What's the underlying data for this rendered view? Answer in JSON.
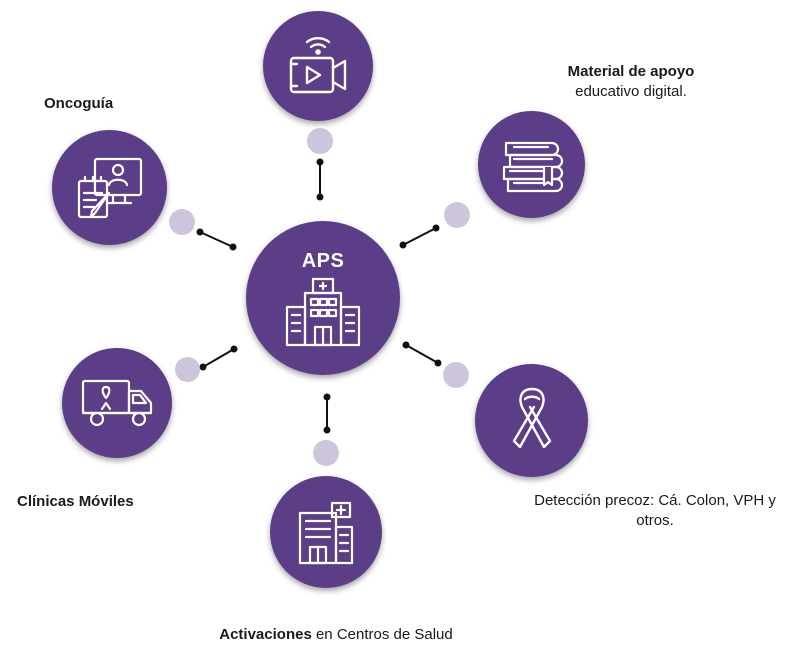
{
  "colors": {
    "purple": "#5c3d87",
    "lilac": "#cdc5db",
    "connector": "#111111"
  },
  "center": {
    "title": "APS",
    "icon": "hospital-icon"
  },
  "nodes": [
    {
      "key": "video",
      "icon": "video-camera-wifi-icon",
      "label_bold": "",
      "label_rest": ""
    },
    {
      "key": "oncoguia",
      "icon": "computer-teacher-icon",
      "label_bold": "Oncoguía",
      "label_rest": ""
    },
    {
      "key": "material",
      "icon": "stacked-books-icon",
      "label_bold": "Material de apoyo",
      "label_rest": "educativo digital."
    },
    {
      "key": "clinicas",
      "icon": "truck-ribbon-icon",
      "label_bold": "Clínicas Móviles",
      "label_rest": ""
    },
    {
      "key": "deteccion",
      "icon": "awareness-ribbon-icon",
      "label_bold": "",
      "label_rest": "Detección precoz: Cá. Colon, VPH y otros."
    },
    {
      "key": "activaciones",
      "icon": "health-building-icon",
      "label_bold": "Activaciones",
      "label_rest": " en Centros de Salud"
    }
  ]
}
